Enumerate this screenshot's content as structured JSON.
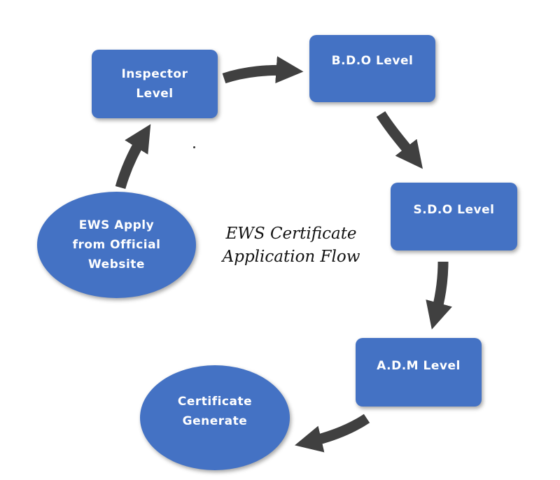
{
  "diagram": {
    "title": {
      "line1": "EWS Certificate",
      "line2": "Application Flow"
    },
    "nodes": {
      "ews_apply": "EWS Apply\nfrom Official\nWebsite",
      "inspector": "Inspector\nLevel",
      "bdo": "B.D.O Level",
      "sdo": "S.D.O Level",
      "adm": "A.D.M Level",
      "certificate": "Certificate\nGenerate"
    },
    "colors": {
      "node_fill": "#4472c4",
      "node_text": "#ffffff",
      "arrow": "#404040"
    },
    "flow": [
      "EWS Apply from Official Website",
      "Inspector Level",
      "B.D.O Level",
      "S.D.O Level",
      "A.D.M Level",
      "Certificate Generate"
    ]
  }
}
